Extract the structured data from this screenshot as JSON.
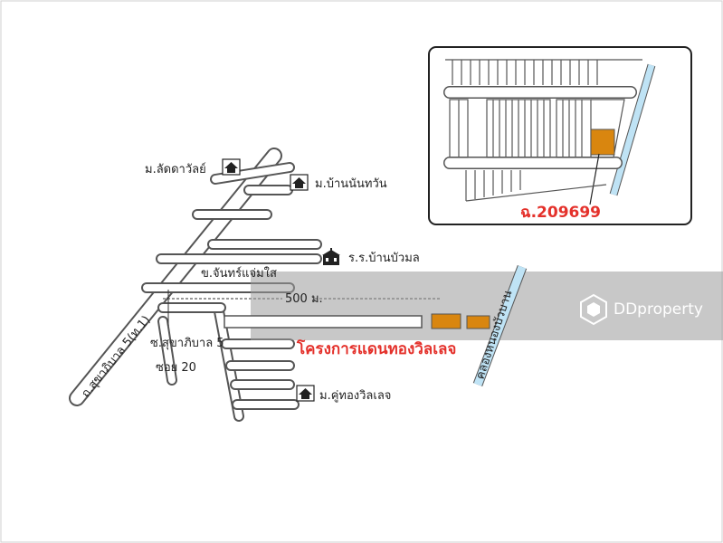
{
  "labels": {
    "village_ladawan": "ม.ลัดดาวัลย์",
    "village_baan_nanthawan": "ม.บ้านนันทวัน",
    "school_baan_buamon": "ร.ร.บ้านบัวมล",
    "road_chanchaemsai": "ข.จันทร์แจ่มใส",
    "distance": "500 ม.",
    "road_sukhaphiban5_main": "ถ.สุขาภิบาล 5(ท.1)",
    "soi_sukhaphiban5": "ซ.สุขาภิบาล 5",
    "soi_20": "ซอย 20",
    "project_name": "โครงการแดนทองวิลเลจ",
    "canal": "คลองหนองบัวบาน",
    "village_khuthong": "ม.คู่ทองวิลเลจ",
    "plot_number": "ฉ.209699",
    "watermark": "DDproperty"
  },
  "colors": {
    "road_outline": "#555555",
    "plot": "#d9860f",
    "canal": "#bfe3f5",
    "project_text": "#e4312b",
    "watermark_band": "#9b9b9b"
  },
  "icons": [
    "house-icon",
    "house-icon",
    "school-icon",
    "house-icon",
    "ddproperty-logo-icon"
  ]
}
